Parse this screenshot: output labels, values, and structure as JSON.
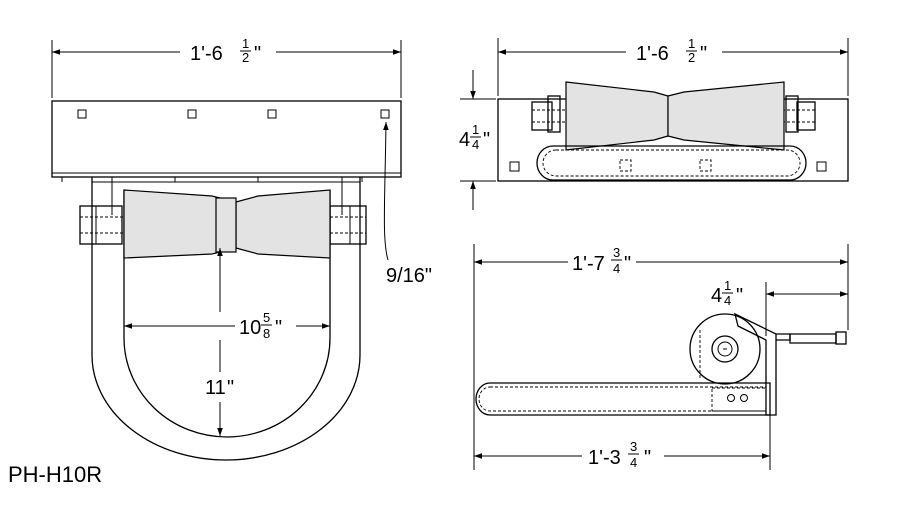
{
  "part_number": "PH-H10R",
  "dimensions": {
    "front_width": {
      "whole": "1'-6",
      "num": "1",
      "den": "2",
      "unit": "\""
    },
    "top_width": {
      "whole": "1'-6",
      "num": "1",
      "den": "2",
      "unit": "\""
    },
    "top_height": {
      "whole": "4",
      "num": "1",
      "den": "4",
      "unit": "\""
    },
    "inner_width": {
      "whole": "10",
      "num": "5",
      "den": "8",
      "unit": "\""
    },
    "depth": {
      "whole": "11",
      "unit": "\""
    },
    "hole_size": {
      "text": "9/16\""
    },
    "side_length": {
      "whole": "1'-7",
      "num": "3",
      "den": "4",
      "unit": "\""
    },
    "side_offset": {
      "whole": "4",
      "num": "1",
      "den": "4",
      "unit": "\""
    },
    "side_arm": {
      "whole": "1'-3",
      "num": "3",
      "den": "4",
      "unit": "\""
    }
  }
}
